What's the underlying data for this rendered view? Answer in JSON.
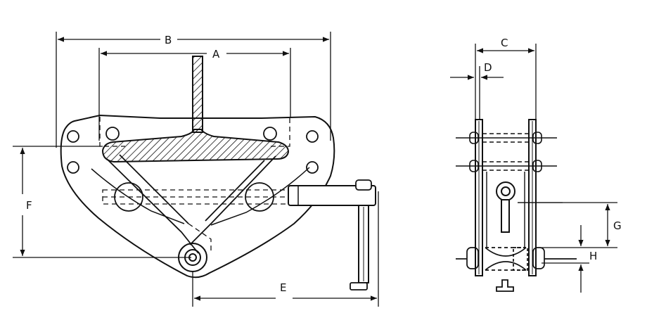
{
  "labels": {
    "a": "A",
    "b": "B",
    "c": "C",
    "d": "D",
    "e": "E",
    "f": "F",
    "g": "G",
    "h": "H"
  },
  "colors": {
    "line": "#111111",
    "background": "#ffffff"
  }
}
